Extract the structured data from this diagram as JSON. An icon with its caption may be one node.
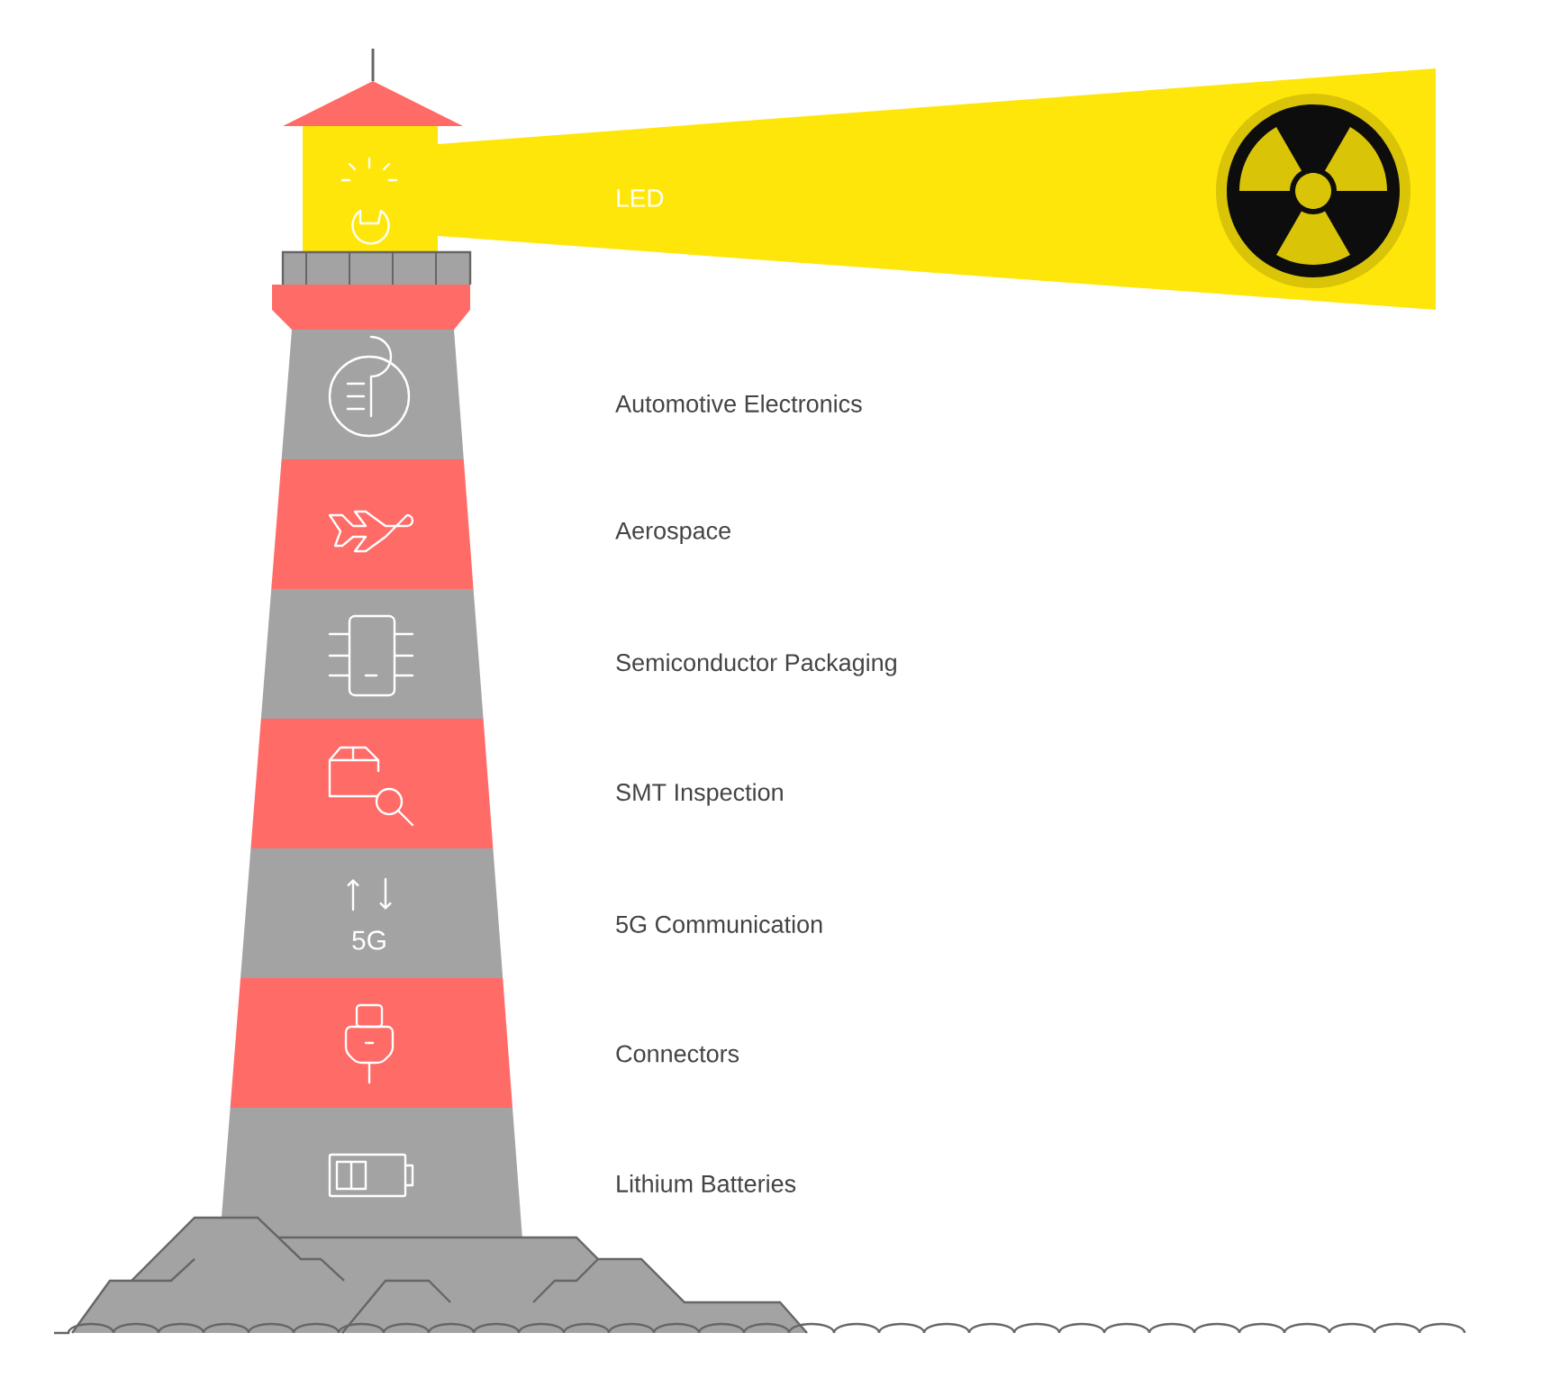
{
  "diagram": {
    "labels": [
      "LED",
      "Automotive Electronics",
      "Aerospace",
      "Semiconductor Packaging",
      "SMT Inspection",
      "5G",
      "5G Communication",
      "Connectors",
      "Lithium Batteries"
    ]
  }
}
